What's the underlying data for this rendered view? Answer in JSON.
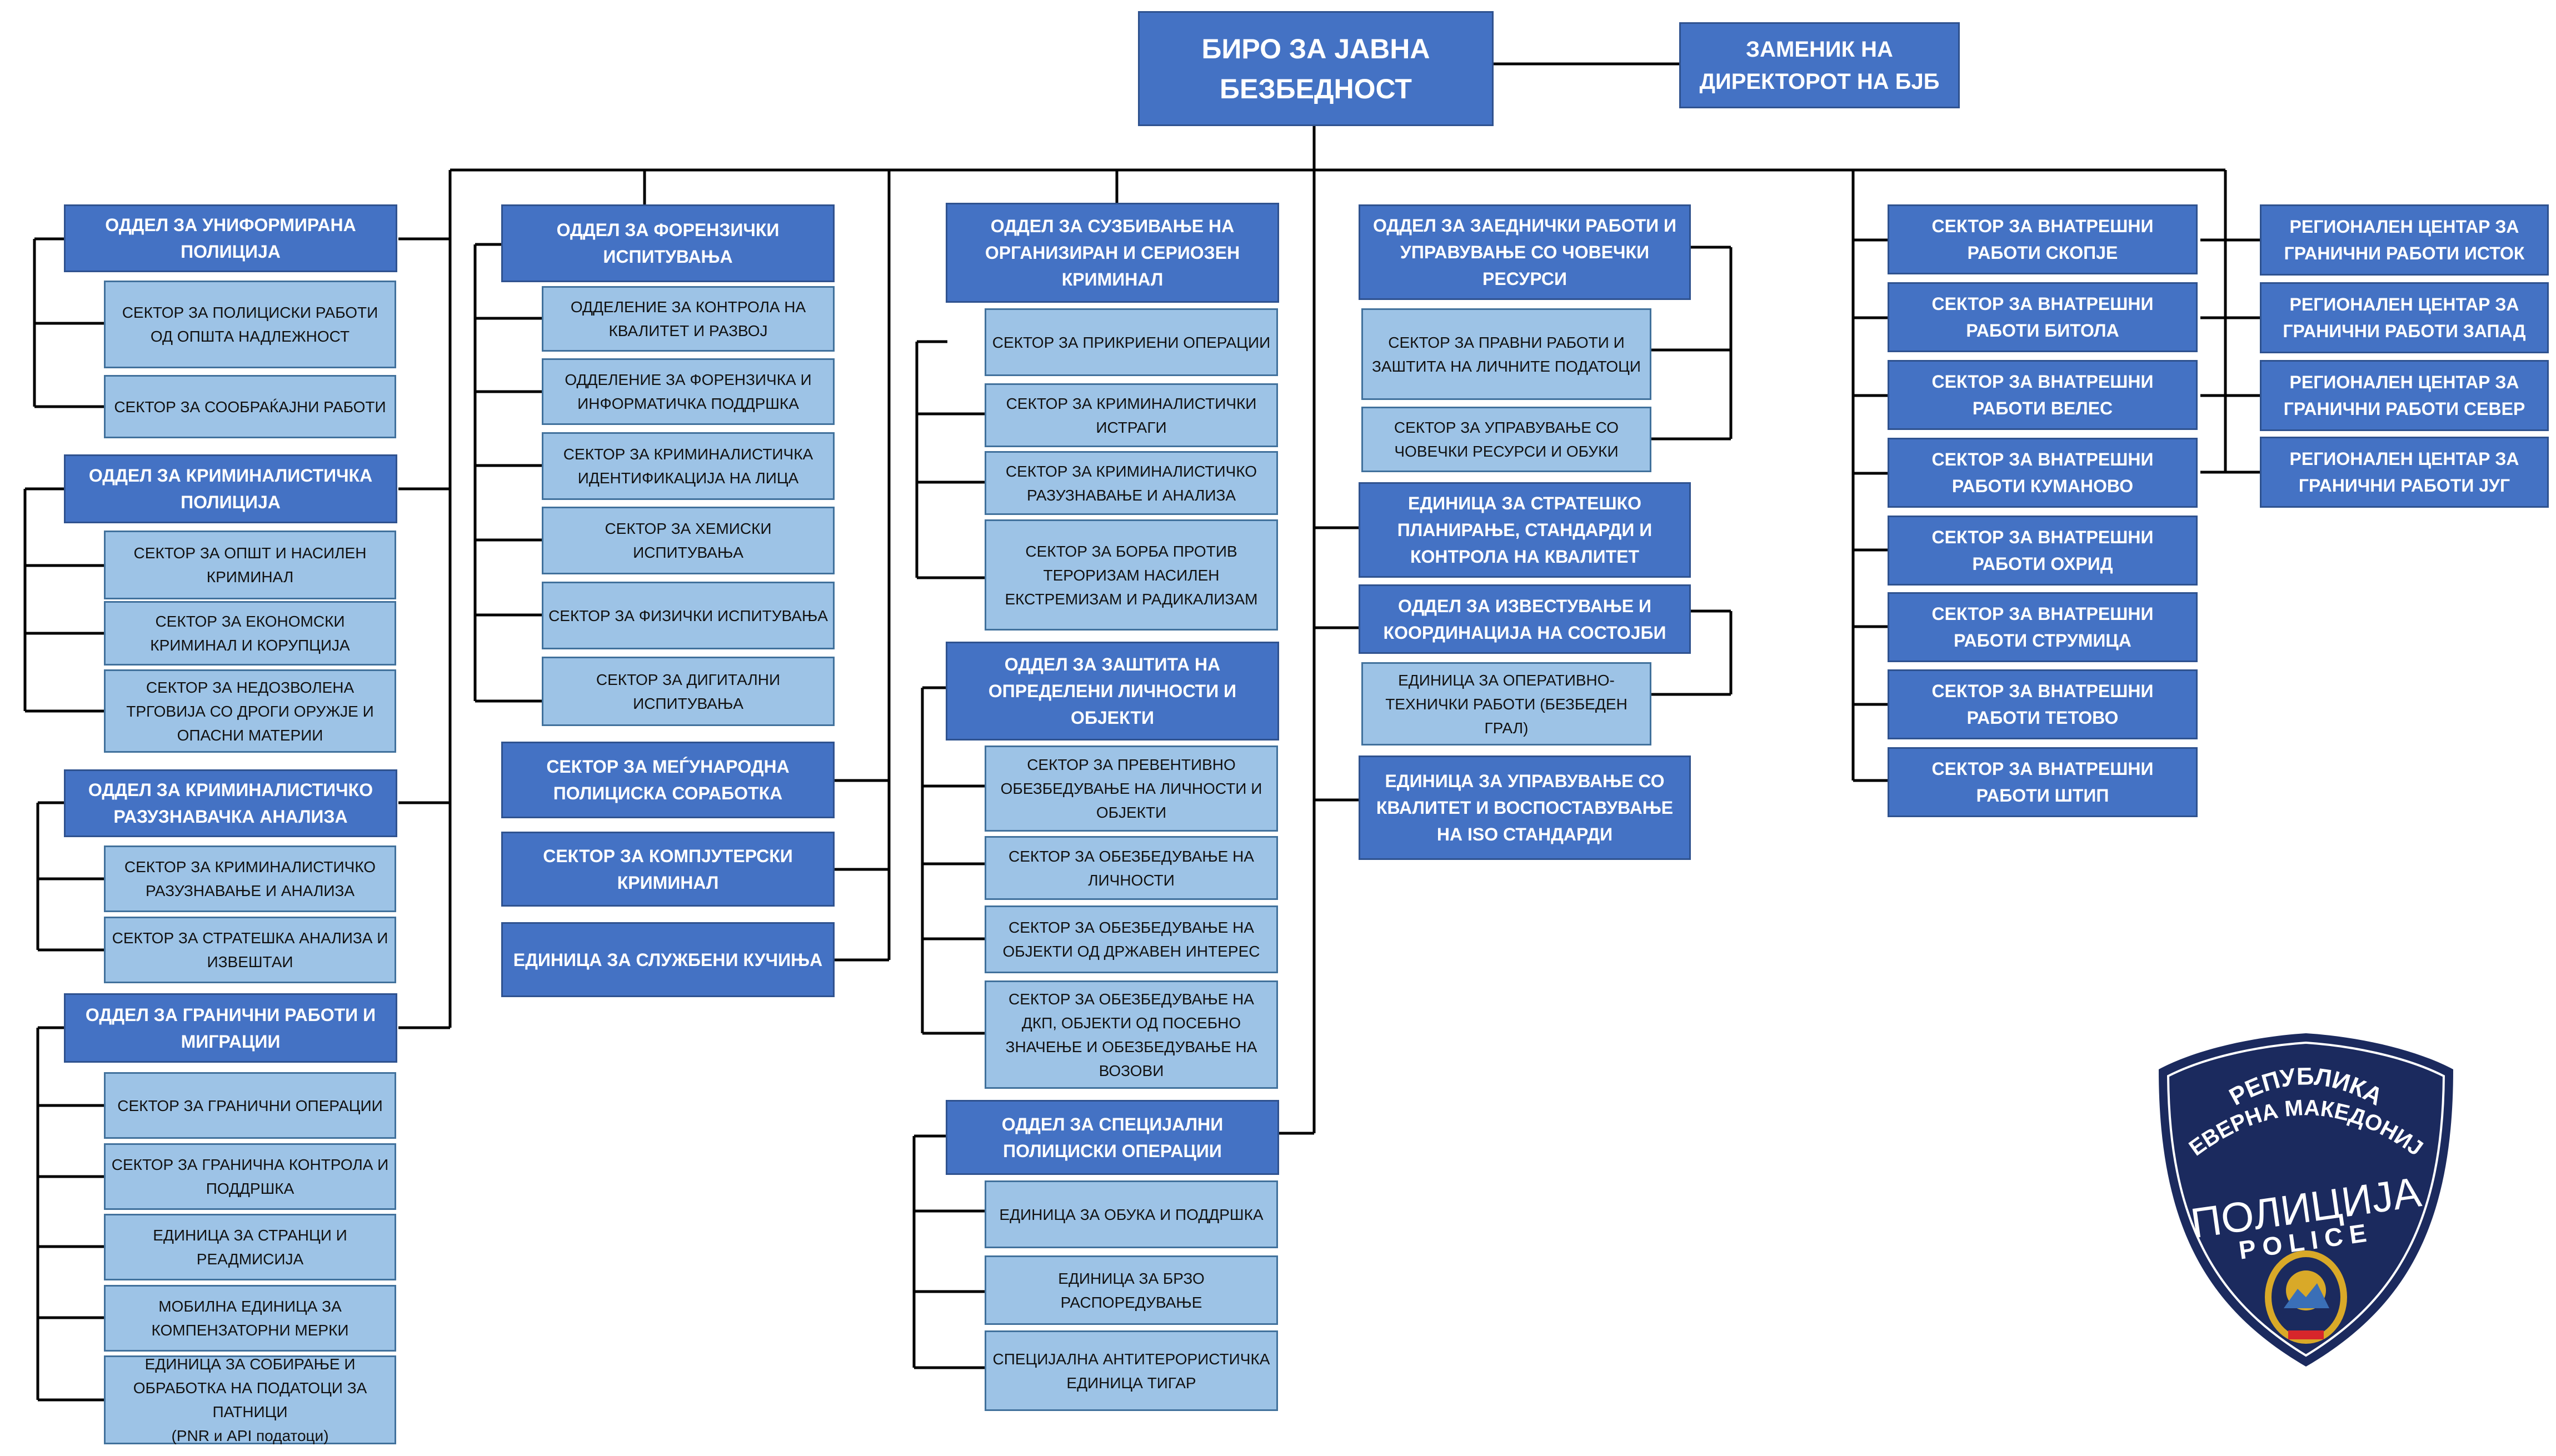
{
  "director": "БИРО ЗА ЈАВНА БЕЗБЕДНОСТ",
  "deputy": "ЗАМЕНИК НА ДИРЕКТОРОТ НА БЈБ",
  "col1": {
    "d1": "ОДДЕЛ ЗА УНИФОРМИРАНА ПОЛИЦИЈА",
    "d1_s1": "СЕКТОР ЗА ПОЛИЦИСКИ РАБОТИ ОД ОПШТА НАДЛЕЖНОСТ",
    "d1_s2": "СЕКТОР ЗА СООБРАЌАЈНИ РАБОТИ",
    "d2": "ОДДЕЛ ЗА КРИМИНАЛИСТИЧКА ПОЛИЦИЈА",
    "d2_s1": "СЕКТОР ЗА ОПШТ И НАСИЛЕН КРИМИНАЛ",
    "d2_s2": "СЕКТОР ЗА ЕКОНОМСКИ КРИМИНАЛ И КОРУПЦИЈА",
    "d2_s3": "СЕКТОР ЗА НЕДОЗВОЛЕНА ТРГОВИЈА СО ДРОГИ ОРУЖЈЕ И ОПАСНИ МАТЕРИИ",
    "d3": "ОДДЕЛ ЗА КРИМИНАЛИСТИЧКО РАЗУЗНАВАЧКА АНАЛИЗА",
    "d3_s1": "СЕКТОР ЗА КРИМИНАЛИСТИЧКО РАЗУЗНАВАЊЕ И АНАЛИЗА",
    "d3_s2": "СЕКТОР ЗА СТРАТЕШКА АНАЛИЗА И ИЗВЕШТАИ",
    "d4": "ОДДЕЛ ЗА ГРАНИЧНИ РАБОТИ И МИГРАЦИИ",
    "d4_s1": "СЕКТОР ЗА ГРАНИЧНИ ОПЕРАЦИИ",
    "d4_s2": "СЕКТОР ЗА ГРАНИЧНА КОНТРОЛА И ПОДДРШКА",
    "d4_s3": "ЕДИНИЦА ЗА СТРАНЦИ И РЕАДМИСИЈА",
    "d4_s4": "МОБИЛНА ЕДИНИЦА ЗА КОМПЕНЗАТОРНИ МЕРКИ",
    "d4_s5a": "ЕДИНИЦА ЗА СОБИРАЊЕ И ОБРАБОТКА НА ПОДАТОЦИ ЗА ПАТНИЦИ",
    "d4_s5b": "(PNR и API податоци)"
  },
  "col2": {
    "d1": "ОДДЕЛ ЗА ФОРЕНЗИЧКИ ИСПИТУВАЊА",
    "d1_s1": "ОДДЕЛЕНИЕ ЗА КОНТРОЛА НА КВАЛИТЕТ И РАЗВОЈ",
    "d1_s2": "ОДДЕЛЕНИЕ ЗА ФОРЕНЗИЧКА И ИНФОРМАТИЧКА ПОДДРШКА",
    "d1_s3": "СЕКТОР ЗА КРИМИНАЛИСТИЧКА ИДЕНТИФИКАЦИЈА НА ЛИЦА",
    "d1_s4": "СЕКТОР ЗА ХЕМИСКИ ИСПИТУВАЊА",
    "d1_s5": "СЕКТОР ЗА ФИЗИЧКИ ИСПИТУВАЊА",
    "d1_s6": "СЕКТОР ЗА ДИГИТАЛНИ ИСПИТУВАЊА",
    "u1": "СЕКТОР ЗА МЕЃУНАРОДНА ПОЛИЦИСКА СОРАБОТКА",
    "u2": "СЕКТОР ЗА КОМПЈУТЕРСКИ КРИМИНАЛ",
    "u3": "ЕДИНИЦА ЗА СЛУЖБЕНИ КУЧИЊА"
  },
  "col3": {
    "d1": "ОДДЕЛ ЗА СУЗБИВАЊЕ НА ОРГАНИЗИРАН И СЕРИОЗЕН КРИМИНАЛ",
    "d1_s1": "СЕКТОР ЗА ПРИКРИЕНИ ОПЕРАЦИИ",
    "d1_s2": "СЕКТОР ЗА КРИМИНАЛИСТИЧКИ ИСТРАГИ",
    "d1_s3": "СЕКТОР ЗА КРИМИНАЛИСТИЧКО РАЗУЗНАВАЊЕ И АНАЛИЗА",
    "d1_s4": "СЕКТОР ЗА БОРБА ПРОТИВ ТЕРОРИЗАМ НАСИЛЕН ЕКСТРЕМИЗАМ И РАДИКАЛИЗАМ",
    "d2": "ОДДЕЛ ЗА ЗАШТИТА НА ОПРЕДЕЛЕНИ ЛИЧНОСТИ И ОБЈЕКТИ",
    "d2_s1": "СЕКТОР ЗА ПРЕВЕНТИВНО ОБЕЗБЕДУВАЊЕ НА ЛИЧНОСТИ И ОБЈЕКТИ",
    "d2_s2": "СЕКТОР ЗА ОБЕЗБЕДУВАЊЕ НА ЛИЧНОСТИ",
    "d2_s3": "СЕКТОР ЗА ОБЕЗБЕДУВАЊЕ НА ОБЈЕКТИ ОД ДРЖАВЕН ИНТЕРЕС",
    "d2_s4": "СЕКТОР ЗА ОБЕЗБЕДУВАЊЕ НА ДКП, ОБЈЕКТИ ОД ПОСЕБНО ЗНАЧЕЊЕ И ОБЕЗБЕДУВАЊЕ НА ВОЗОВИ",
    "d3": "ОДДЕЛ ЗА СПЕЦИЈАЛНИ ПОЛИЦИСКИ ОПЕРАЦИИ",
    "d3_s1": "ЕДИНИЦА ЗА ОБУКА И ПОДДРШКА",
    "d3_s2": "ЕДИНИЦА ЗА БРЗО РАСПОРЕДУВАЊЕ",
    "d3_s3": "СПЕЦИЈАЛНА АНТИТЕРОРИСТИЧКА ЕДИНИЦА ТИГАР"
  },
  "col4": {
    "d1": "ОДДЕЛ ЗА ЗАЕДНИЧКИ РАБОТИ И УПРАВУВАЊЕ СО ЧОВЕЧКИ РЕСУРСИ",
    "d1_s1": "СЕКТОР ЗА ПРАВНИ РАБОТИ И ЗАШТИТА НА ЛИЧНИТЕ ПОДАТОЦИ",
    "d1_s2": "СЕКТОР ЗА УПРАВУВАЊЕ СО ЧОВЕЧКИ РЕСУРСИ И ОБУКИ",
    "u1": "ЕДИНИЦА ЗА СТРАТЕШКО ПЛАНИРАЊЕ, СТАНДАРДИ И КОНТРОЛА НА КВАЛИТЕТ",
    "d2": "ОДДЕЛ ЗА ИЗВЕСТУВАЊЕ И КООРДИНАЦИЈА НА СОСТОЈБИ",
    "d2_s1": "ЕДИНИЦА ЗА ОПЕРАТИВНО-ТЕХНИЧКИ РАБОТИ (БЕЗБЕДЕН ГРАЛ)",
    "u2": "ЕДИНИЦА ЗА УПРАВУВАЊЕ СО КВАЛИТЕТ И ВОСПОСТАВУВАЊЕ НА ISO СТАНДАРДИ"
  },
  "col5": [
    "СЕКТОР ЗА ВНАТРЕШНИ РАБОТИ СКОПЈЕ",
    "СЕКТОР ЗА ВНАТРЕШНИ РАБОТИ БИТОЛА",
    "СЕКТОР ЗА ВНАТРЕШНИ РАБОТИ ВЕЛЕС",
    "СЕКТОР ЗА ВНАТРЕШНИ РАБОТИ КУМАНОВО",
    "СЕКТОР ЗА ВНАТРЕШНИ РАБОТИ ОХРИД",
    "СЕКТОР ЗА ВНАТРЕШНИ РАБОТИ СТРУМИЦА",
    "СЕКТОР ЗА ВНАТРЕШНИ РАБОТИ ТЕТОВО",
    "СЕКТОР ЗА ВНАТРЕШНИ РАБОТИ ШТИП"
  ],
  "col6": [
    "РЕГИОНАЛЕН ЦЕНТАР ЗА ГРАНИЧНИ РАБОТИ ИСТОК",
    "РЕГИОНАЛЕН ЦЕНТАР ЗА ГРАНИЧНИ РАБОТИ ЗАПАД",
    "РЕГИОНАЛЕН ЦЕНТАР ЗА ГРАНИЧНИ РАБОТИ СЕВЕР",
    "РЕГИОНАЛЕН ЦЕНТАР ЗА ГРАНИЧНИ РАБОТИ ЈУГ"
  ],
  "emblem": {
    "line1": "РЕПУБЛИКА",
    "line2": "СЕВЕРНА МАКЕДОНИЈА",
    "word_mk": "ПОЛИЦИЈА",
    "word_en": "POLICE",
    "navy": "#1b2a5e",
    "gold": "#d9a928",
    "red": "#d7262b"
  },
  "colors": {
    "dark_box": "#4472c4",
    "light_box": "#9dc3e6",
    "line": "#000000"
  }
}
